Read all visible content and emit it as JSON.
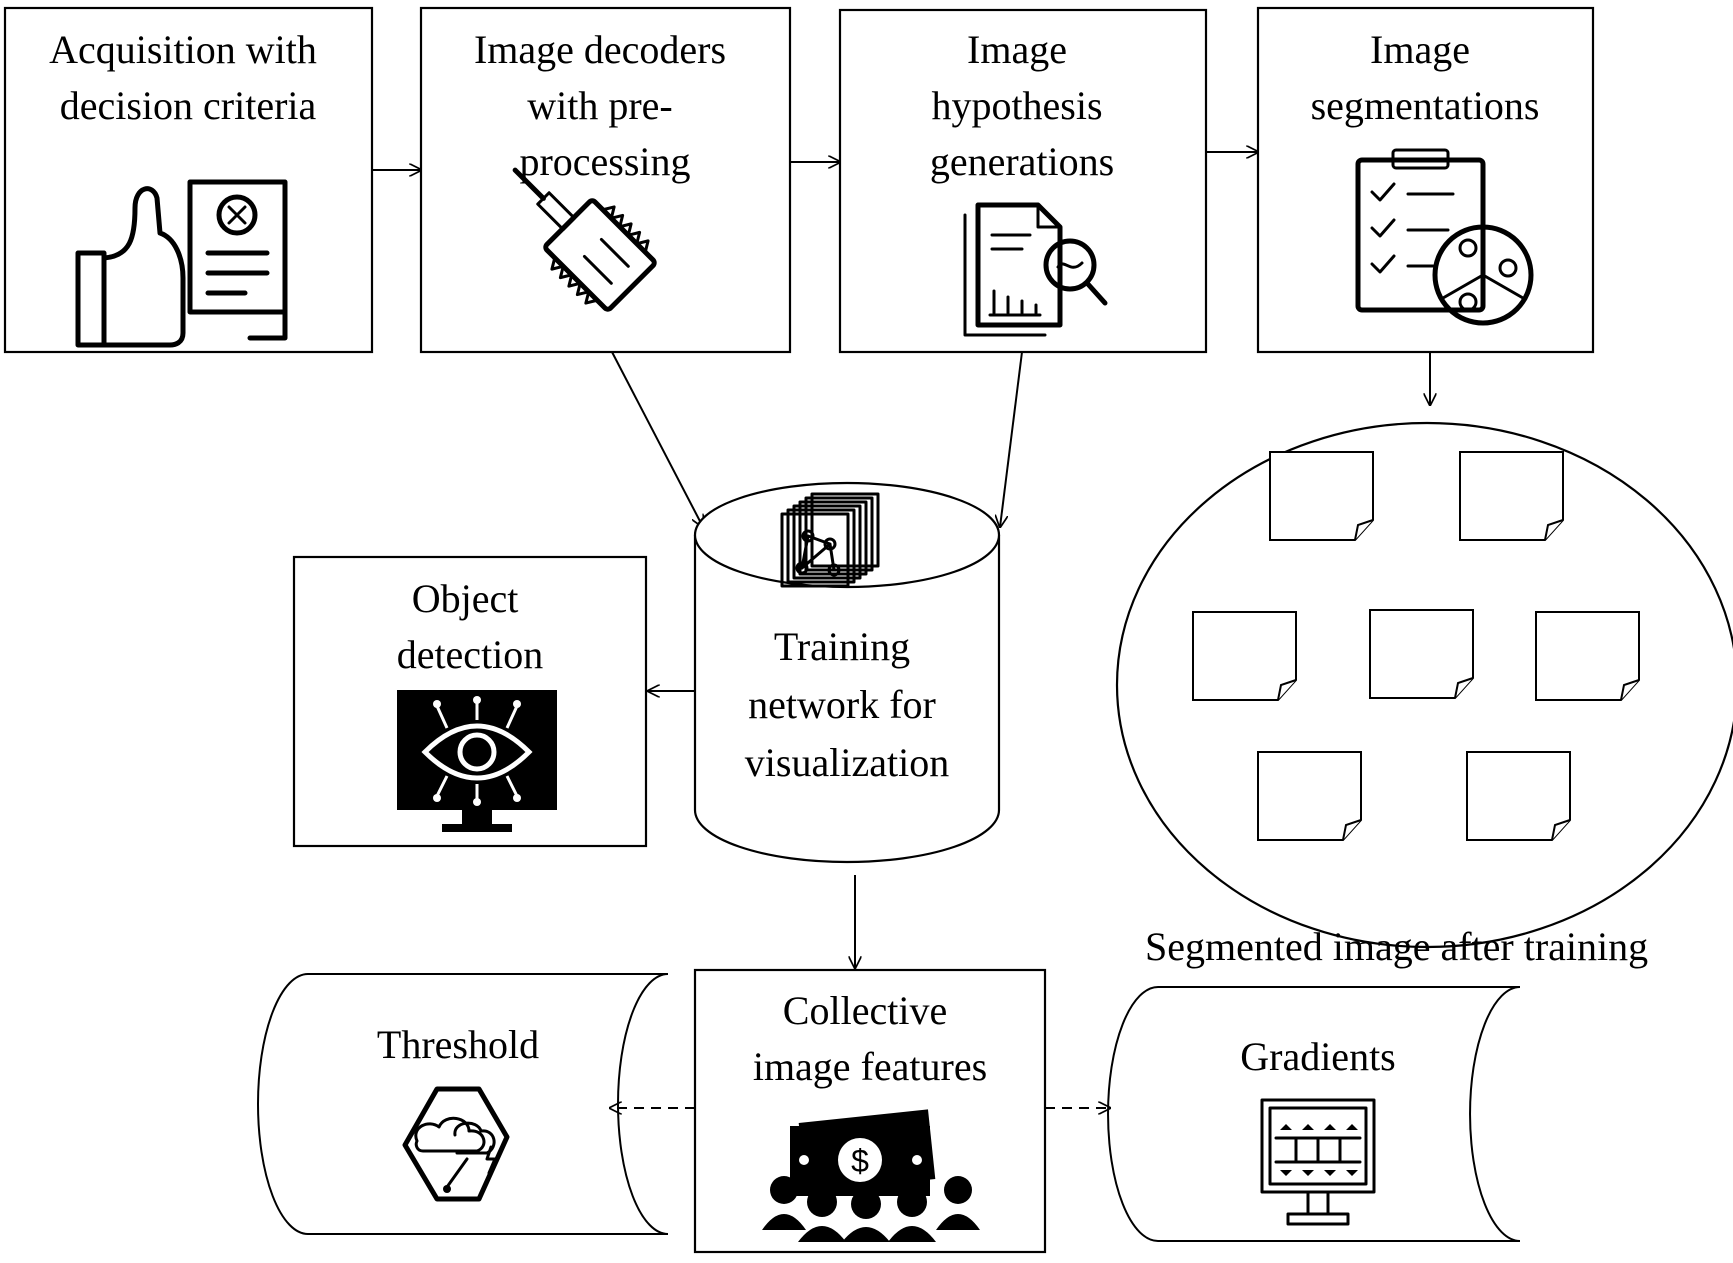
{
  "nodes": {
    "acquisition": [
      "Acquisition with",
      "decision criteria"
    ],
    "decoders": [
      "Image decoders",
      "with pre-",
      "processing"
    ],
    "hypothesis": [
      "Image",
      "hypothesis",
      "generations"
    ],
    "segmentations": [
      "Image",
      "segmentations"
    ],
    "training": [
      "Training",
      "network for",
      "visualization"
    ],
    "object_detection": [
      "Object",
      "detection"
    ],
    "collective": [
      "Collective",
      "image features"
    ],
    "threshold": [
      "Threshold"
    ],
    "gradients": [
      "Gradients"
    ]
  },
  "segmented_caption": "Segmented image after training",
  "segmented_pieces": 7,
  "icons": {
    "acquisition": "hand-stop-document-icon",
    "decoders": "usb-probe-icon",
    "hypothesis": "report-magnifier-icon",
    "segmentations": "checklist-users-icon",
    "training": "neural-network-stack-icon",
    "object_detection": "ai-eye-monitor-icon",
    "collective": "money-group-icon",
    "threshold": "storm-cloud-icon",
    "gradients": "monitor-slider-icon"
  }
}
